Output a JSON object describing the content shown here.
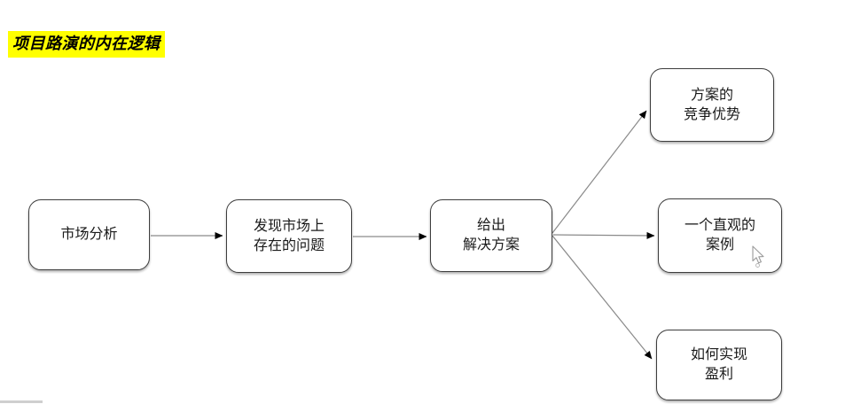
{
  "title": {
    "text": "项目路演的内在逻辑",
    "highlight_color": "#ffff00",
    "text_color": "#000000"
  },
  "diagram": {
    "type": "flowchart",
    "nodes": [
      {
        "id": "market-analysis",
        "label": "市场分析"
      },
      {
        "id": "find-problems",
        "label": "发现市场上\n存在的问题"
      },
      {
        "id": "give-solution",
        "label": "给出\n解决方案"
      },
      {
        "id": "competitive-advantage",
        "label": "方案的\n竞争优势"
      },
      {
        "id": "intuitive-case",
        "label": "一个直观的\n案例"
      },
      {
        "id": "how-to-profit",
        "label": "如何实现\n盈利"
      }
    ],
    "edges": [
      {
        "from": "market-analysis",
        "to": "find-problems"
      },
      {
        "from": "find-problems",
        "to": "give-solution"
      },
      {
        "from": "give-solution",
        "to": "competitive-advantage"
      },
      {
        "from": "give-solution",
        "to": "intuitive-case"
      },
      {
        "from": "give-solution",
        "to": "how-to-profit"
      }
    ],
    "colors": {
      "node_border": "#3d3d3d",
      "node_fill": "#ffffff",
      "edge_line": "#8a8a8a",
      "arrowhead": "#000000"
    }
  },
  "cursor": {
    "type": "arrow-pointer"
  }
}
